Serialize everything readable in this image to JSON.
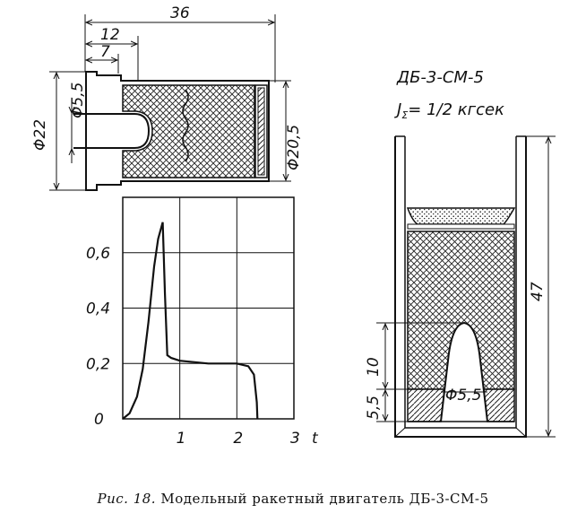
{
  "motor": {
    "name": "ДБ-3-СМ-5",
    "impulse": "J",
    "impulse_sub": "Σ",
    "impulse_value": "= 1/2 кгсек"
  },
  "dimensions_top": {
    "overall_length": "36",
    "len_12": "12",
    "len_7": "7",
    "outer_diameter": "Φ22",
    "nozzle_diameter": "Φ5,5",
    "inner_diameter": "Φ20,5"
  },
  "dimensions_section": {
    "height": "47",
    "channel_depth": "10",
    "base": "5,5",
    "channel_diameter": "Φ5,5"
  },
  "caption": {
    "prefix": "Рис.",
    "number": "18.",
    "text": "Модельный ракетный двигатель ДБ-3-СМ-5"
  },
  "chart_data": {
    "type": "line",
    "x_ticks": [
      "1",
      "2",
      "3"
    ],
    "y_ticks": [
      "0",
      "0,2",
      "0,4",
      "0,6"
    ],
    "xlabel": "t",
    "xlim": [
      0,
      3
    ],
    "ylim": [
      0,
      0.8
    ],
    "grid": true,
    "series": [
      {
        "x": [
          0,
          0.12,
          0.25,
          0.35,
          0.45,
          0.55,
          0.62,
          0.7,
          0.74,
          0.78,
          0.85,
          1.0,
          1.5,
          2.0,
          2.2,
          2.3,
          2.35,
          2.36
        ],
        "y": [
          0,
          0.02,
          0.08,
          0.18,
          0.35,
          0.55,
          0.65,
          0.71,
          0.45,
          0.23,
          0.22,
          0.21,
          0.2,
          0.2,
          0.19,
          0.16,
          0.06,
          0.0
        ]
      }
    ]
  }
}
